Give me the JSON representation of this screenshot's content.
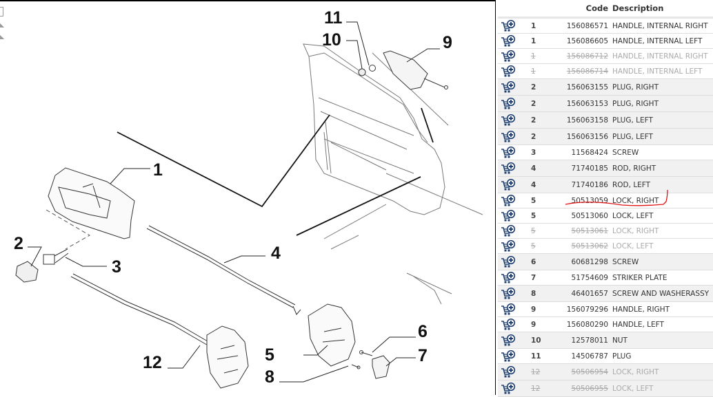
{
  "diagram": {
    "callouts": [
      "1",
      "2",
      "3",
      "4",
      "5",
      "6",
      "7",
      "8",
      "9",
      "10",
      "11",
      "12"
    ]
  },
  "table": {
    "headers": {
      "ref": "",
      "code": "Code",
      "description": "Description"
    },
    "rows": [
      {
        "ref": "1",
        "code": "156086571",
        "description": "HANDLE, INTERNAL RIGHT",
        "obsolete": false
      },
      {
        "ref": "1",
        "code": "156086605",
        "description": "HANDLE, INTERNAL LEFT",
        "obsolete": false
      },
      {
        "ref": "1",
        "code": "156086712",
        "description": "HANDLE, INTERNAL RIGHT",
        "obsolete": true
      },
      {
        "ref": "1",
        "code": "156086714",
        "description": "HANDLE, INTERNAL LEFT",
        "obsolete": true
      },
      {
        "ref": "2",
        "code": "156063155",
        "description": "PLUG, RIGHT",
        "obsolete": false
      },
      {
        "ref": "2",
        "code": "156063153",
        "description": "PLUG, RIGHT",
        "obsolete": false
      },
      {
        "ref": "2",
        "code": "156063158",
        "description": "PLUG, LEFT",
        "obsolete": false
      },
      {
        "ref": "2",
        "code": "156063156",
        "description": "PLUG, LEFT",
        "obsolete": false
      },
      {
        "ref": "3",
        "code": "11568424",
        "description": "SCREW",
        "obsolete": false
      },
      {
        "ref": "4",
        "code": "71740185",
        "description": "ROD, RIGHT",
        "obsolete": false
      },
      {
        "ref": "4",
        "code": "71740186",
        "description": "ROD, LEFT",
        "obsolete": false
      },
      {
        "ref": "5",
        "code": "50513059",
        "description": "LOCK, RIGHT",
        "obsolete": false,
        "highlighted": true
      },
      {
        "ref": "5",
        "code": "50513060",
        "description": "LOCK, LEFT",
        "obsolete": false
      },
      {
        "ref": "5",
        "code": "50513061",
        "description": "LOCK, RIGHT",
        "obsolete": true
      },
      {
        "ref": "5",
        "code": "50513062",
        "description": "LOCK, LEFT",
        "obsolete": true
      },
      {
        "ref": "6",
        "code": "60681298",
        "description": "SCREW",
        "obsolete": false
      },
      {
        "ref": "7",
        "code": "51754609",
        "description": "STRIKER PLATE",
        "obsolete": false
      },
      {
        "ref": "8",
        "code": "46401657",
        "description": "SCREW AND WASHERASSY",
        "obsolete": false
      },
      {
        "ref": "9",
        "code": "156079296",
        "description": "HANDLE, RIGHT",
        "obsolete": false
      },
      {
        "ref": "9",
        "code": "156080290",
        "description": "HANDLE, LEFT",
        "obsolete": false
      },
      {
        "ref": "10",
        "code": "12578011",
        "description": "NUT",
        "obsolete": false
      },
      {
        "ref": "11",
        "code": "14506787",
        "description": "PLUG",
        "obsolete": false
      },
      {
        "ref": "12",
        "code": "50506954",
        "description": "LOCK, RIGHT",
        "obsolete": true
      },
      {
        "ref": "12",
        "code": "50506955",
        "description": "LOCK, LEFT",
        "obsolete": true
      }
    ]
  },
  "colors": {
    "cart": "#1f3f73",
    "annotation": "#e01010"
  },
  "icons": {
    "add_to_cart": "cart-plus-icon"
  }
}
